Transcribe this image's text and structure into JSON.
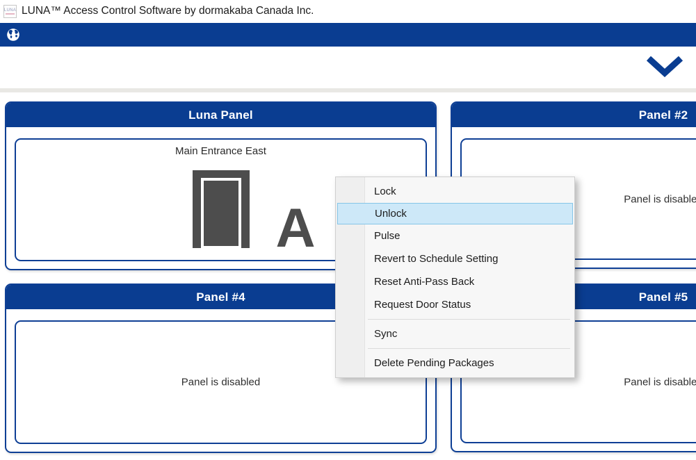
{
  "window": {
    "title": "LUNA™ Access Control Software by dormakaba Canada Inc.",
    "icon_label": "LUNA"
  },
  "ribbon": {
    "globe_icon": "globe-earth"
  },
  "collapse_control": {
    "icon": "chevron-down"
  },
  "panels": {
    "luna": {
      "title": "Luna Panel",
      "door": {
        "name": "Main Entrance East",
        "reader_letter": "A"
      }
    },
    "panel2": {
      "title": "Panel #2",
      "status": "Panel is disabled"
    },
    "panel4": {
      "title": "Panel #4",
      "status": "Panel is disabled"
    },
    "panel5": {
      "title": "Panel #5",
      "status": "Panel is disabled"
    }
  },
  "context_menu": {
    "items": [
      {
        "label": "Lock"
      },
      {
        "label": "Unlock",
        "highlighted": true
      },
      {
        "label": "Pulse"
      },
      {
        "label": "Revert to Schedule Setting"
      },
      {
        "label": "Reset Anti-Pass Back"
      },
      {
        "label": "Request Door Status"
      },
      {
        "type": "separator"
      },
      {
        "label": "Sync"
      },
      {
        "type": "separator"
      },
      {
        "label": "Delete Pending Packages"
      }
    ]
  },
  "colors": {
    "brand_blue": "#0a3d91",
    "panel_border_blue": "#0e3f95",
    "door_gray": "#4d4d4d",
    "menu_bg": "#f7f7f7",
    "menu_highlight_bg": "#cde8f8",
    "menu_highlight_border": "#85c5e8",
    "divider_gray": "#e9e8e4"
  }
}
